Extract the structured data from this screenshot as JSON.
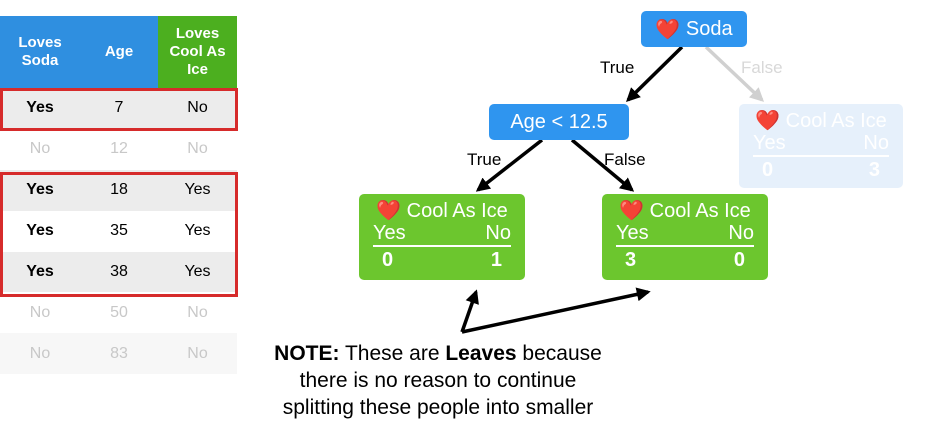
{
  "table": {
    "headers": [
      "Loves Soda",
      "Age",
      "Loves Cool As Ice"
    ],
    "rows": [
      [
        "Yes",
        "7",
        "No"
      ],
      [
        "No",
        "12",
        "No"
      ],
      [
        "Yes",
        "18",
        "Yes"
      ],
      [
        "Yes",
        "35",
        "Yes"
      ],
      [
        "Yes",
        "38",
        "Yes"
      ],
      [
        "No",
        "50",
        "No"
      ],
      [
        "No",
        "83",
        "No"
      ]
    ]
  },
  "tree": {
    "root": {
      "icon": "heart-icon",
      "label": "Soda"
    },
    "root_true_label": "True",
    "root_false_label": "False",
    "age_node": {
      "label": "Age < 12.5"
    },
    "age_true_label": "True",
    "age_false_label": "False",
    "leaf_left": {
      "icon": "heart-icon",
      "title": "Cool As Ice",
      "yes_label": "Yes",
      "no_label": "No",
      "yes_count": "0",
      "no_count": "1"
    },
    "leaf_right": {
      "icon": "heart-icon",
      "title": "Cool As Ice",
      "yes_label": "Yes",
      "no_label": "No",
      "yes_count": "3",
      "no_count": "0"
    },
    "faded_node": {
      "icon": "heart-icon",
      "title": "Cool As Ice",
      "yes_label": "Yes",
      "no_label": "No",
      "yes_count": "0",
      "no_count": "3"
    }
  },
  "note": {
    "prefix": "NOTE:",
    "text1": " These are ",
    "bold": "Leaves",
    "text2": " because",
    "line2": "there is no reason to continue",
    "line3": "splitting these people into smaller"
  },
  "colors": {
    "header_blue": "#2f8fe0",
    "header_green": "#4caf1f",
    "node_blue": "#2f95ef",
    "leaf_green": "#6cc62e",
    "highlight_red": "#d62b2b"
  }
}
